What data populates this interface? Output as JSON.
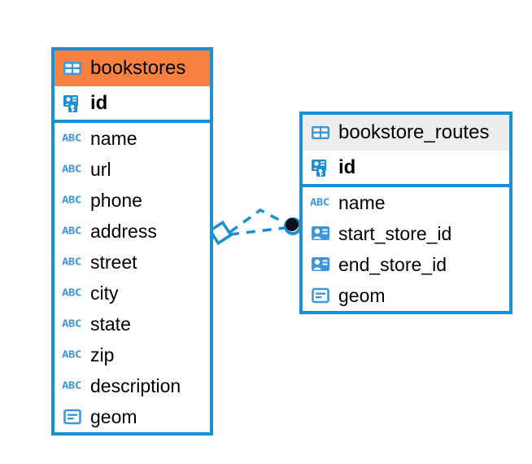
{
  "diagram": {
    "type": "entity-relationship-diagram",
    "accent_color": "#f9813f",
    "line_color": "#1b8fd1",
    "header_plain_color": "#ededed",
    "background": "#ffffff"
  },
  "entities": [
    {
      "name": "bookstores",
      "header_style": "accent",
      "primary_key": {
        "label": "id",
        "icon": "primary-key-icon"
      },
      "fields": [
        {
          "label": "name",
          "icon": "text-abc-icon",
          "type_hint": "ABC"
        },
        {
          "label": "url",
          "icon": "text-abc-icon",
          "type_hint": "ABC"
        },
        {
          "label": "phone",
          "icon": "text-abc-icon",
          "type_hint": "ABC"
        },
        {
          "label": "address",
          "icon": "text-abc-icon",
          "type_hint": "ABC"
        },
        {
          "label": "street",
          "icon": "text-abc-icon",
          "type_hint": "ABC"
        },
        {
          "label": "city",
          "icon": "text-abc-icon",
          "type_hint": "ABC"
        },
        {
          "label": "state",
          "icon": "text-abc-icon",
          "type_hint": "ABC"
        },
        {
          "label": "zip",
          "icon": "text-abc-icon",
          "type_hint": "ABC"
        },
        {
          "label": "description",
          "icon": "text-abc-icon",
          "type_hint": "ABC"
        },
        {
          "label": "geom",
          "icon": "geometry-icon",
          "type_hint": "GEOM"
        }
      ]
    },
    {
      "name": "bookstore_routes",
      "header_style": "plain",
      "primary_key": {
        "label": "id",
        "icon": "primary-key-icon"
      },
      "fields": [
        {
          "label": "name",
          "icon": "text-abc-icon",
          "type_hint": "ABC"
        },
        {
          "label": "start_store_id",
          "icon": "foreign-key-icon",
          "type_hint": "FK"
        },
        {
          "label": "end_store_id",
          "icon": "foreign-key-icon",
          "type_hint": "FK"
        },
        {
          "label": "geom",
          "icon": "geometry-icon",
          "type_hint": "GEOM"
        }
      ]
    }
  ],
  "relationships": [
    {
      "from_entity": "bookstores",
      "to_entity": "bookstore_routes",
      "source_marker": "diamond",
      "target_marker": "filled-circle",
      "line_style": "dashed",
      "branches": 2
    }
  ]
}
